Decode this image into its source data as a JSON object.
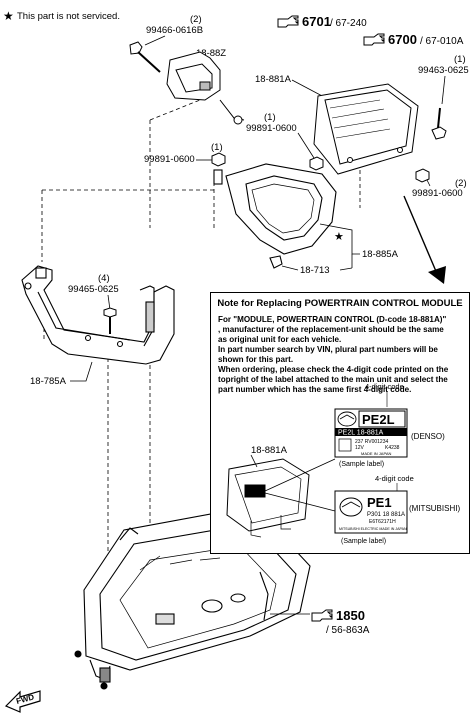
{
  "legend": {
    "star": "★",
    "text": "This part is not serviced."
  },
  "parts": {
    "p99466": {
      "qty": "(2)",
      "number": "99466-0616B"
    },
    "p1888z": "18-88Z",
    "p18881a_top": "18-881A",
    "p99891_a": {
      "qty": "(1)",
      "number": "99891-0600"
    },
    "p99891_b": {
      "qty": "(1)",
      "number": "99891-0600"
    },
    "p99891_c": {
      "qty": "(2)",
      "number": "99891-0600"
    },
    "p99463": {
      "qty": "(1)",
      "number": "99463-0625"
    },
    "p18885a": "18-885A",
    "p18713": "18-713",
    "p99465": {
      "qty": "(4)",
      "number": "99465-0625"
    },
    "p18785a": "18-785A",
    "p1850": "1850",
    "p1850_ref": "/ 56-863A"
  },
  "refs": {
    "r6701": {
      "num": "6701",
      "sub": "/ 67-240"
    },
    "r6700": {
      "num": "6700",
      "sub": "/ 67-010A"
    }
  },
  "note": {
    "title": "Note for Replacing POWERTRAIN CONTROL MODULE",
    "lines": [
      "For \"MODULE, POWERTRAIN CONTROL (D-code 18-881A)\"",
      ", manufacturer of the replacement-unit should be the same",
      "as original unit for each vehicle.",
      "In part number search by VIN, plural part numbers will be",
      "shown for this part.",
      "When ordering, please check the 4-digit code printed on the",
      "topright of the label attached to the main unit and select the",
      "part number which has the same first 4-digit code."
    ],
    "module_label": "18-881A",
    "denso": {
      "digit_code": "4-digit code",
      "code": "PE2L",
      "part": "PE2L  18-881A",
      "serial": "237 RV001234",
      "volt": "12V",
      "k": "K4238",
      "made": "MADE IN JAPAN",
      "maker": "(DENSO)",
      "sample": "(Sample label)"
    },
    "mitsubishi": {
      "digit_code": "4-digit code",
      "code": "PE1",
      "part": "P301  18 881A",
      "serial": "E6T62171H",
      "bottom": "MITSUBISHI ELECTRIC  MADE IN JAPAN",
      "maker": "(MITSUBISHI)",
      "sample": "(Sample label)"
    }
  },
  "fwd": "FWD"
}
